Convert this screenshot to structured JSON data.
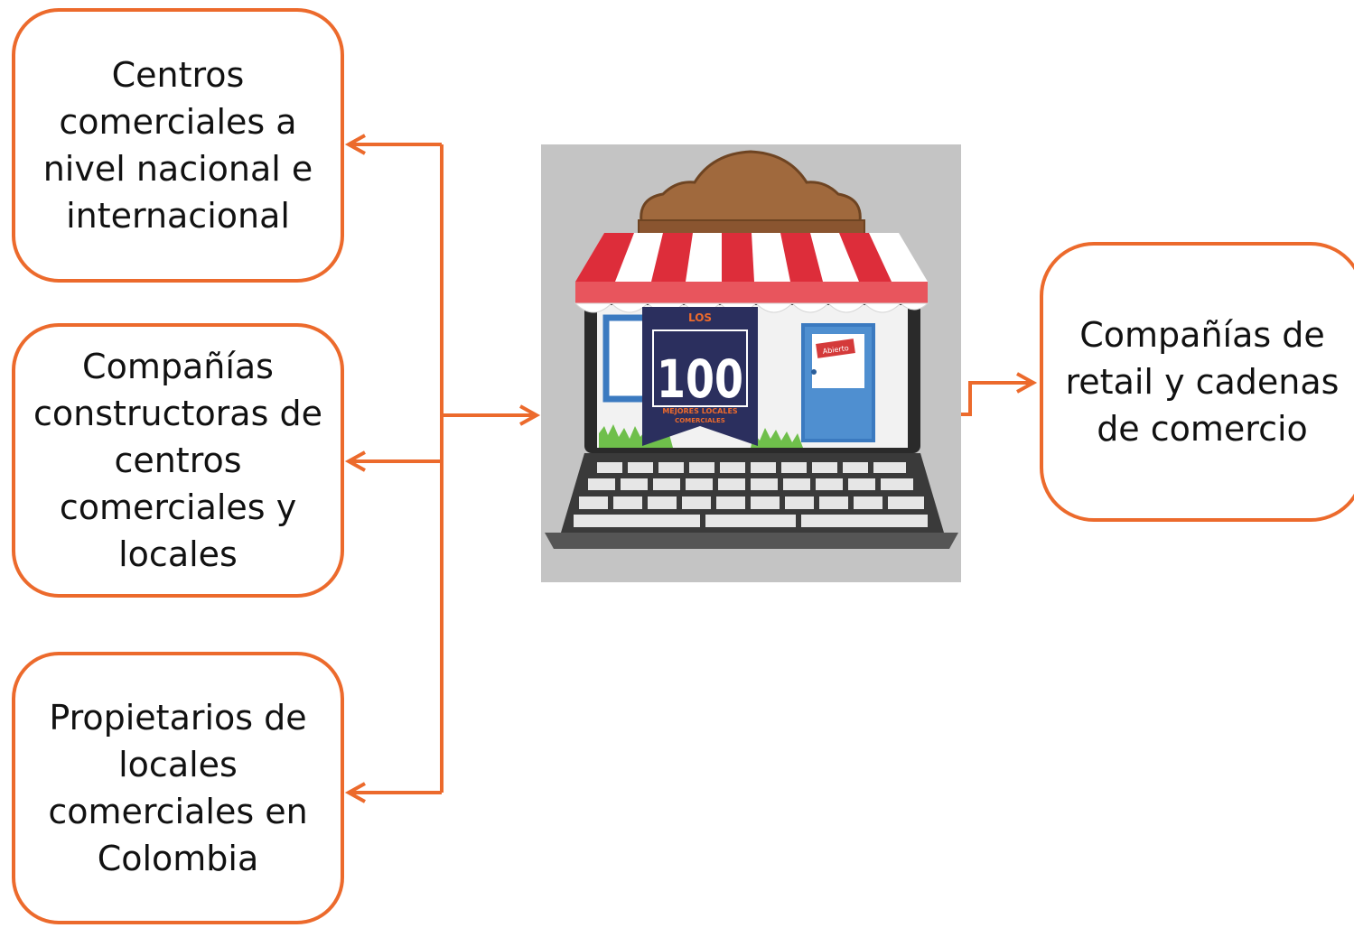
{
  "nodes": {
    "centros": "Centros comerciales a nivel nacional e internacional",
    "constructoras": "Compañías constructoras de centros comerciales y locales",
    "propietarios": "Propietarios de locales comerciales en Colombia",
    "retail": "Compañías de retail y cadenas de comercio"
  },
  "central_image": {
    "badge_top": "LOS",
    "badge_number": "100",
    "badge_line1": "MEJORES LOCALES",
    "badge_line2": "COMERCIALES",
    "door_sign": "Abierto"
  },
  "colors": {
    "accent": "#ec6a2c",
    "background": "#ffffff",
    "image_background": "#c4c4c4",
    "badge": "#2b2f5e"
  }
}
